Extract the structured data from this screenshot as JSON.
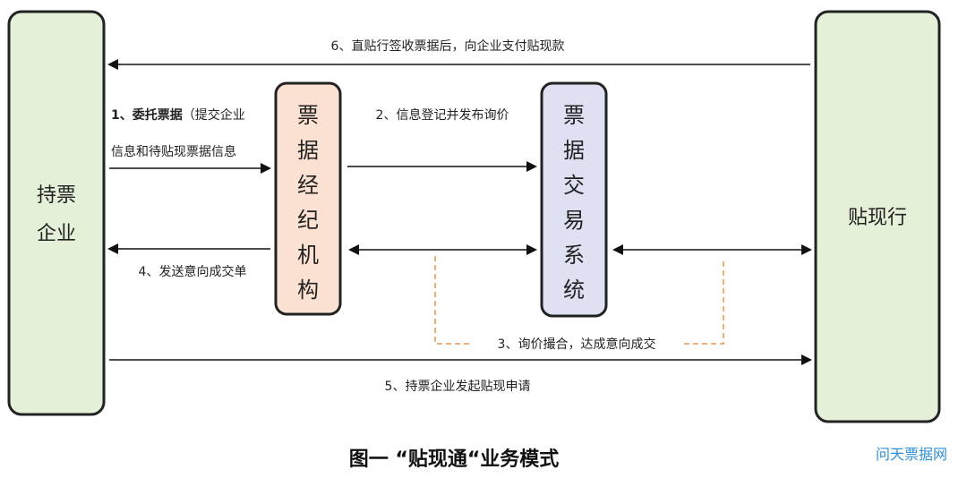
{
  "nodes": {
    "holder": {
      "label_line1": "持票",
      "label_line2": "企业"
    },
    "broker": {
      "label_chars": [
        "票",
        "据",
        "经",
        "纪",
        "机",
        "构"
      ]
    },
    "trading": {
      "label_chars": [
        "票",
        "据",
        "交",
        "易",
        "系",
        "统"
      ]
    },
    "bank": {
      "label": "贴现行"
    }
  },
  "edges": {
    "step1_bold": "1、委托票据",
    "step1_rest": "（提交企业",
    "step1_line2": "信息和待贴现票据信息",
    "step2": "2、信息登记并发布询价",
    "step3": "3、询价撮合，达成意向成交",
    "step4": "4、发送意向成交单",
    "step5": "5、持票企业发起贴现申请",
    "step6": "6、直贴行签收票据后，向企业支付贴现款"
  },
  "caption": "图一 “贴现通“业务模式",
  "watermark": "问天票据网",
  "colors": {
    "holder_fill": "#e4f0d8",
    "broker_fill": "#fbe1d2",
    "trading_fill": "#dde1f2",
    "bank_fill": "#e4f0d8",
    "stroke": "#222222",
    "dashed": "#e8964a",
    "watermark": "#2f8fd6"
  }
}
